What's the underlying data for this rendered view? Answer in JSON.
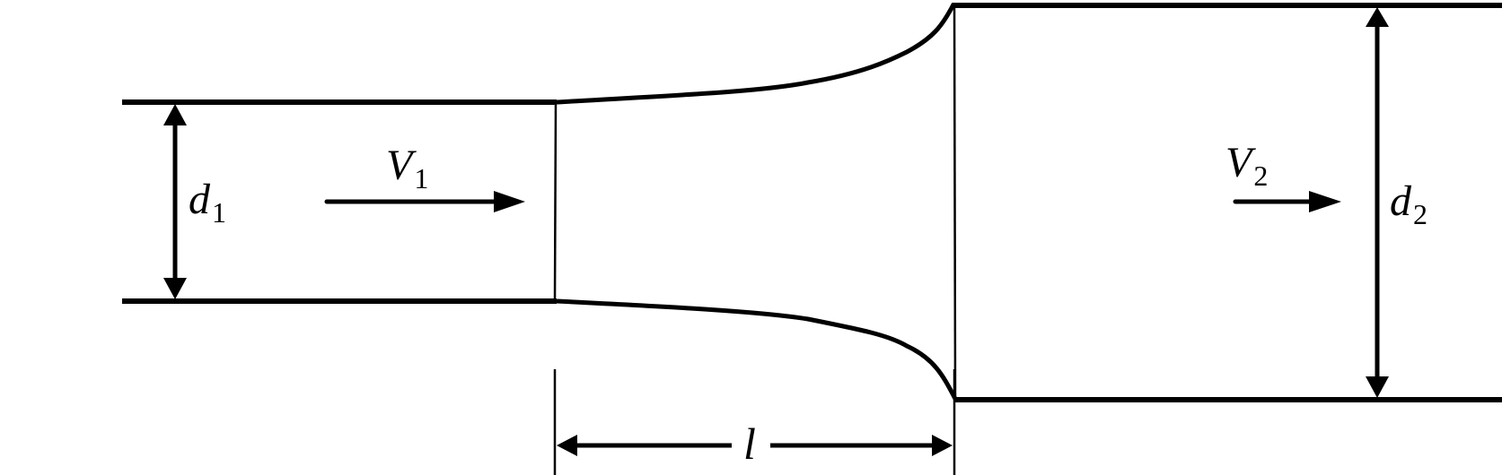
{
  "diagram": {
    "colors": {
      "stroke": "#000000",
      "background": "#ffffff"
    },
    "labels": {
      "d1": {
        "main": "d",
        "sub": "1"
      },
      "d2": {
        "main": "d",
        "sub": "2"
      },
      "v1": {
        "main": "V",
        "sub": "1"
      },
      "v2": {
        "main": "V",
        "sub": "2"
      },
      "length": {
        "main": "l"
      }
    }
  }
}
